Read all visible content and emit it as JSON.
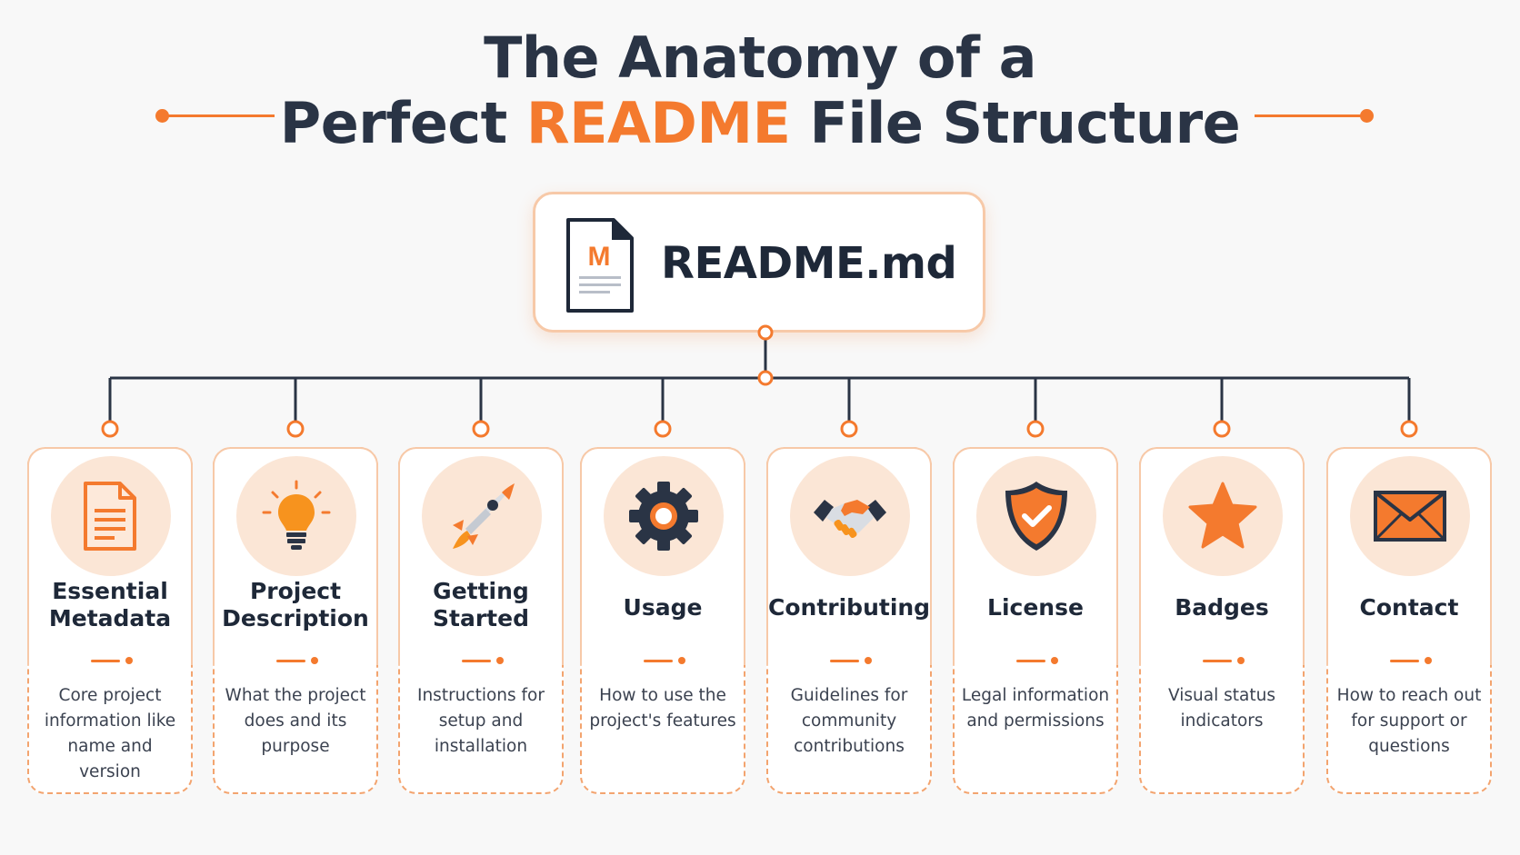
{
  "title": {
    "line1": "The Anatomy of a",
    "line2_prefix": "Perfect",
    "line2_accent": "README",
    "line2_suffix": "File Structure"
  },
  "root": {
    "icon_letter": "M",
    "label": "README.md"
  },
  "colors": {
    "accent": "#f47a2e",
    "text_dark": "#1e2838",
    "connector": "#2a3445",
    "icon_bg": "#fbe6d6"
  },
  "sections": [
    {
      "icon": "document-icon",
      "name": "Essential Metadata",
      "desc": "Core project information like name and version"
    },
    {
      "icon": "lightbulb-icon",
      "name": "Project Description",
      "desc": "What the project does and its purpose"
    },
    {
      "icon": "rocket-icon",
      "name": "Getting Started",
      "desc": "Instructions for setup and installation"
    },
    {
      "icon": "gear-icon",
      "name": "Usage",
      "desc": "How to use the project's features"
    },
    {
      "icon": "handshake-icon",
      "name": "Contributing",
      "desc": "Guidelines for community contributions"
    },
    {
      "icon": "shield-check-icon",
      "name": "License",
      "desc": "Legal information and permissions"
    },
    {
      "icon": "star-icon",
      "name": "Badges",
      "desc": "Visual status indicators"
    },
    {
      "icon": "envelope-icon",
      "name": "Contact",
      "desc": "How to reach out for support or questions"
    }
  ]
}
